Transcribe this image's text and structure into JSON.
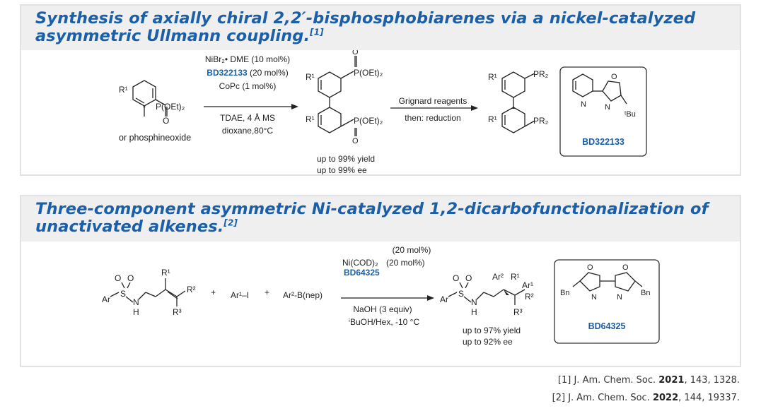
{
  "section1": {
    "title": "Synthesis of axially chiral 2,2′-bisphosphobiarenes via a nickel-catalyzed asymmetric Ullmann coupling.",
    "ref_mark": "[1]",
    "reagents": {
      "line1": "NiBr₂• DME (10 mol%)",
      "line2_code": "BD322133",
      "line2_rest": " (20 mol%)",
      "line3": "CoPc (1 mol%)",
      "below1": "TDAE, 4 Å MS",
      "below2": "dioxane,80°C"
    },
    "substrate_label": "or phosphineoxide",
    "substrate_group": "P(OEt)₂",
    "product_group": "P(OEt)₂",
    "yield": "up to 99% yield",
    "ee": "up to 99% ee",
    "step2_above": "Grignard reagents",
    "step2_below": "then: reduction",
    "final_group": "PR₂",
    "ligand_code": "BD322133",
    "ligand_tBu": "ᵗBu",
    "r1": "R¹",
    "o_label": "O",
    "n_label": "N"
  },
  "section2": {
    "title": "Three-component asymmetric Ni-catalyzed 1,2-dicarbofunctionalization of unactivated alkenes.",
    "ref_mark": "[2]",
    "plus": "+",
    "ar1i": "Ar¹–I",
    "ar2b": "Ar²-B(nep)",
    "reagents": {
      "line1": "(20 mol%)",
      "line2": "Ni(COD)₂",
      "line2_code": "BD64325",
      "line2_rest": "(20 mol%)",
      "below1": "NaOH (3 equiv)",
      "below2": "ⁱBuOH/Hex, -10 °C"
    },
    "yield": "up to 97% yield",
    "ee": "up to 92% ee",
    "ligand_code": "BD64325",
    "bn": "Bn",
    "ar": "Ar",
    "s": "S",
    "n": "N",
    "h": "H",
    "o": "O",
    "r1": "R¹",
    "r2": "R²",
    "r3": "R³",
    "ar1": "Ar¹",
    "ar2": "Ar²"
  },
  "references": [
    {
      "journal": "[1] J. Am. Chem. Soc. ",
      "year": "2021",
      "rest": ", 143, 1328."
    },
    {
      "journal": "[2] J. Am. Chem. Soc. ",
      "year": "2022",
      "rest": ", 144, 19337."
    }
  ],
  "colors": {
    "accent": "#1a5fa8",
    "panel_bg": "#efefef",
    "border": "#e2e2e2"
  }
}
